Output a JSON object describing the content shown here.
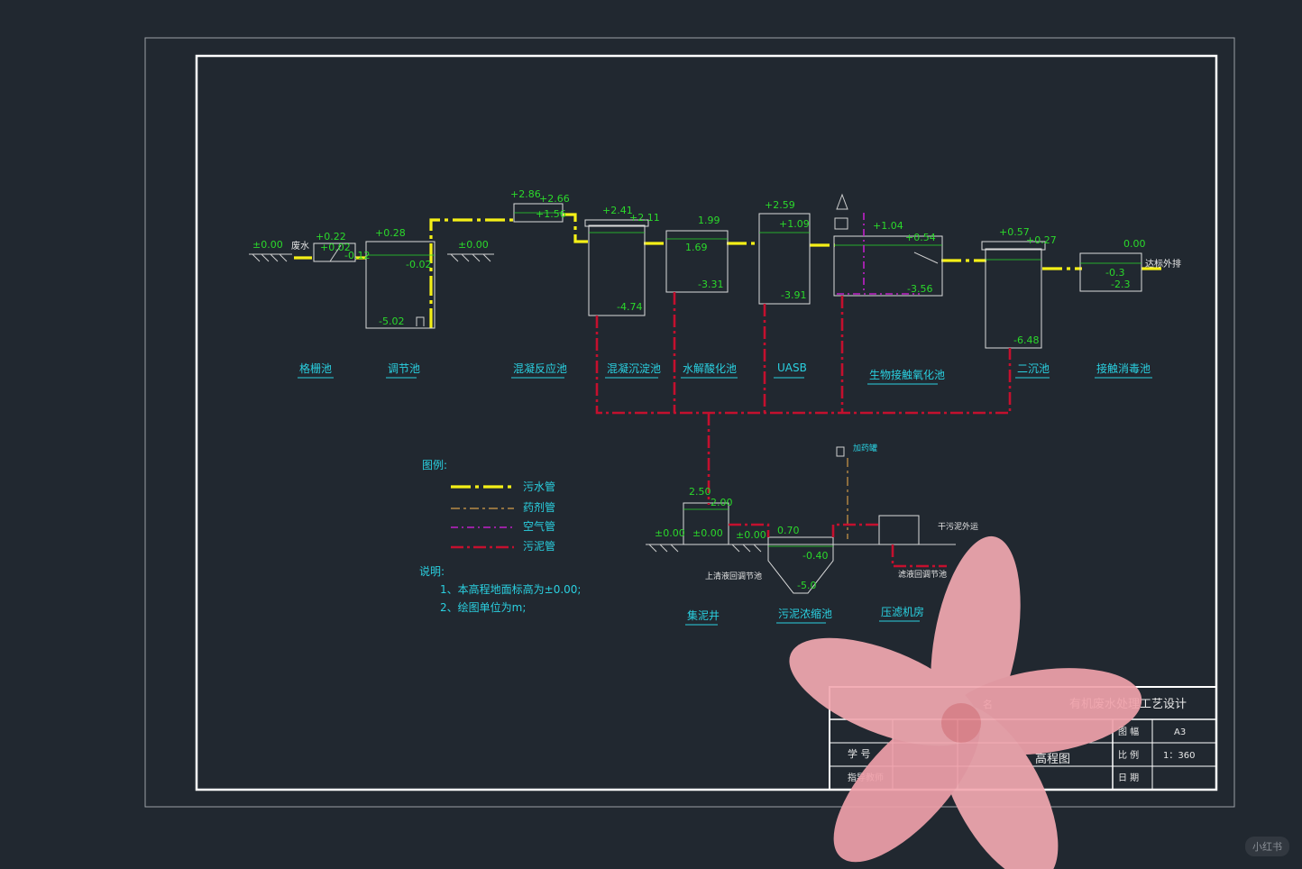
{
  "stations": [
    {
      "id": "grille",
      "label": "格栅池"
    },
    {
      "id": "regulating",
      "label": "调节池"
    },
    {
      "id": "coagulation",
      "label": "混凝反应池"
    },
    {
      "id": "sedimentation",
      "label": "混凝沉淀池"
    },
    {
      "id": "hydrolysis",
      "label": "水解酸化池"
    },
    {
      "id": "uasb",
      "label": "UASB"
    },
    {
      "id": "biocontact",
      "label": "生物接触氧化池"
    },
    {
      "id": "secondary",
      "label": "二沉池"
    },
    {
      "id": "disinfection",
      "label": "接触消毒池"
    },
    {
      "id": "sludge_well",
      "label": "集泥井"
    },
    {
      "id": "thickener",
      "label": "污泥浓缩池"
    },
    {
      "id": "press",
      "label": "压滤机房"
    }
  ],
  "elevations": {
    "ground1": "±0.00",
    "grille_in": "+0.22",
    "grille_a": "+0.02",
    "grille_b": "-0.12",
    "reg_top": "+0.28",
    "reg_water": "-0.02",
    "reg_bottom": "-5.02",
    "ground2": "±0.00",
    "coag_top": "+2.86",
    "coag_a": "+2.66",
    "coag_b": "+1.56",
    "sed_top": "+2.41",
    "sed_b": "+2.11",
    "sed_bottom": "-4.74",
    "hyd_top": "1.99",
    "hyd_water": "1.69",
    "hyd_bottom": "-3.31",
    "uasb_top": "+2.59",
    "uasb_water": "+1.09",
    "uasb_bottom": "-3.91",
    "bio_top": "+1.04",
    "bio_water": "+0.54",
    "bio_bottom": "-3.56",
    "sec_top": "+0.57",
    "sec_b": "+0.27",
    "sec_bottom": "-6.48",
    "dis_top": "0.00",
    "dis_water": "-0.3",
    "dis_bottom": "-2.3",
    "well_top": "2.50",
    "well_b": "2.00",
    "well_g1": "±0.00",
    "well_g2": "±0.00",
    "thk_g": "±0.00",
    "thk_top": "0.70",
    "thk_water": "-0.40",
    "thk_bottom": "-5.0"
  },
  "notes": {
    "wastewater_in": "废水",
    "discharge": "达标外排",
    "dosing": "加药罐",
    "supernatant": "上清液回调节池",
    "filtrate": "滤液回调节池",
    "dry_sludge": "干污泥外运"
  },
  "legend": {
    "title": "图例:",
    "items": [
      {
        "label": "污水管",
        "color": "#f5f017"
      },
      {
        "label": "药剂管",
        "color": "#b88a45"
      },
      {
        "label": "空气管",
        "color": "#c020c8"
      },
      {
        "label": "污泥管",
        "color": "#c4102e"
      }
    ]
  },
  "remarks": {
    "title": "说明:",
    "lines": [
      "1、本高程地面标高为±0.00;",
      "2、绘图单位为m;"
    ]
  },
  "title_block": {
    "title": "有机废水处理工艺设计",
    "row_a_left": "名",
    "student_no": "学  号",
    "advisor": "指导教师",
    "drawing_name": "高程图",
    "size_label": "图 幅",
    "size_value": "A3",
    "scale_label": "比 例",
    "scale_value": "1：360",
    "date_label": "日 期",
    "date_value": ""
  },
  "watermark": "小红书",
  "colors": {
    "background": "#212830",
    "frame": "#ffffff",
    "sewage": "#f5f017",
    "sludge": "#c4102e",
    "elevation": "#2bd92b",
    "label": "#2ad0e0",
    "flower": "#f2a8b0"
  }
}
